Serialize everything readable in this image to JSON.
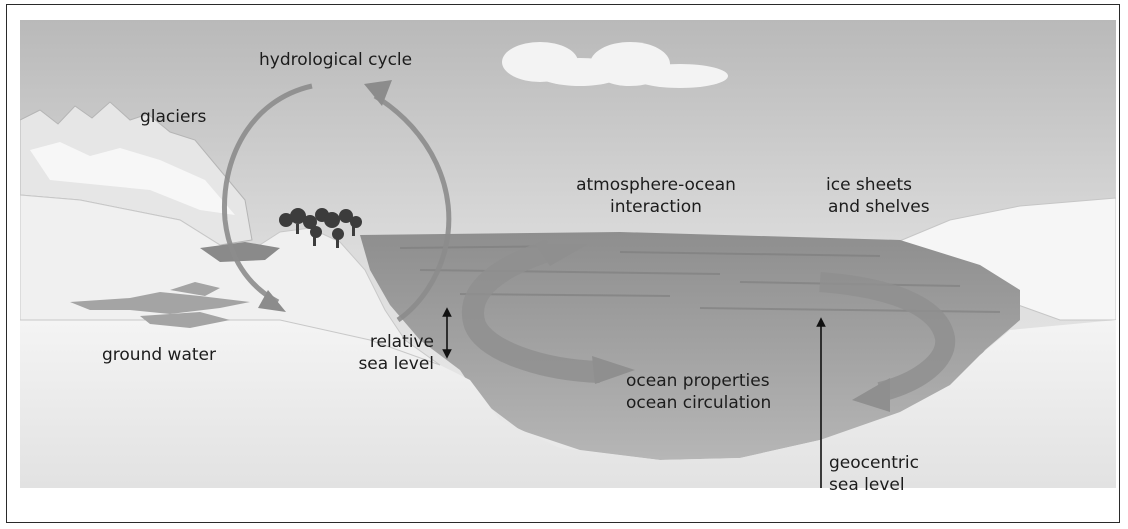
{
  "labels": {
    "hydrological_cycle": "hydrological cycle",
    "glaciers": "glaciers",
    "atmosphere_ocean": [
      "atmosphere-ocean",
      "interaction"
    ],
    "ice_sheets": [
      "ice sheets",
      "and shelves"
    ],
    "ground_water": "ground water",
    "relative_sea_level": [
      "relative",
      "sea level"
    ],
    "ocean_properties": [
      "ocean properties",
      "ocean circulation"
    ],
    "geocentric_sea_level": [
      "geocentric",
      "sea level"
    ]
  }
}
